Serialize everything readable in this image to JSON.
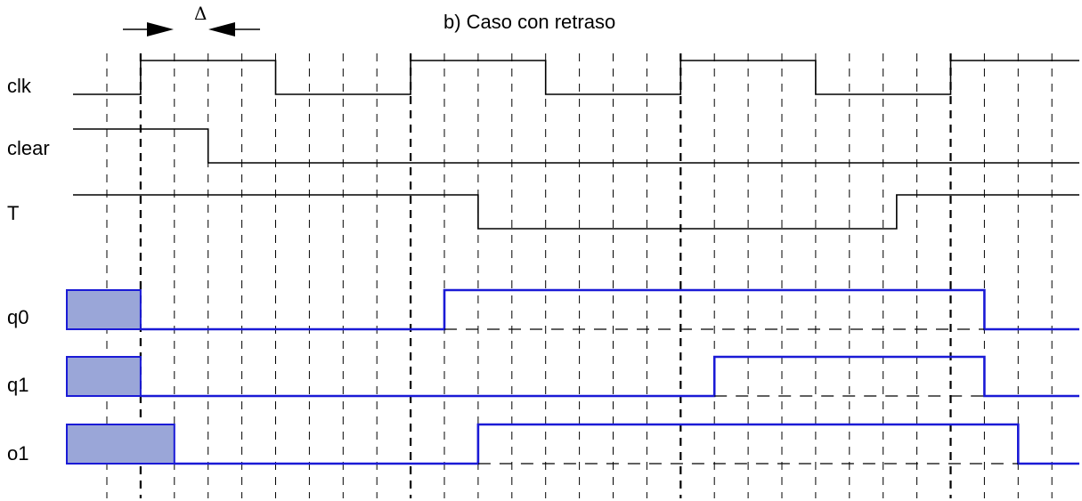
{
  "title": "b) Caso con retraso",
  "delta_symbol": "Δ",
  "colors": {
    "input_wave": "#000000",
    "output_wave": "#1a1ad6",
    "unknown_fill": "#9aa6d8",
    "grid": "#000000"
  },
  "signals": [
    {
      "name": "clk",
      "kind": "input",
      "edges": [
        {
          "t": 0,
          "v": 0
        },
        {
          "t": 1,
          "v": 1
        },
        {
          "t": 5,
          "v": 0
        },
        {
          "t": 9,
          "v": 1
        },
        {
          "t": 13,
          "v": 0
        },
        {
          "t": 17,
          "v": 1
        },
        {
          "t": 21,
          "v": 0
        },
        {
          "t": 25,
          "v": 1
        },
        {
          "t": 29,
          "v": 1
        }
      ]
    },
    {
      "name": "clear",
      "kind": "input",
      "edges": [
        {
          "t": 0,
          "v": 1
        },
        {
          "t": 3,
          "v": 0
        },
        {
          "t": 29,
          "v": 0
        }
      ]
    },
    {
      "name": "T",
      "kind": "input",
      "edges": [
        {
          "t": 0,
          "v": 1
        },
        {
          "t": 11,
          "v": 0
        },
        {
          "t": 23.4,
          "v": 1
        },
        {
          "t": 29,
          "v": 1
        }
      ]
    },
    {
      "name": "q0",
      "kind": "output",
      "unknown_until": 1,
      "edges": [
        {
          "t": 0,
          "v": 0
        },
        {
          "t": 10,
          "v": 1
        },
        {
          "t": 26,
          "v": 0
        },
        {
          "t": 29,
          "v": 0
        }
      ]
    },
    {
      "name": "q1",
      "kind": "output",
      "unknown_until": 1,
      "edges": [
        {
          "t": 0,
          "v": 0
        },
        {
          "t": 18,
          "v": 1
        },
        {
          "t": 26,
          "v": 0
        },
        {
          "t": 29,
          "v": 0
        }
      ]
    },
    {
      "name": "o1",
      "kind": "output",
      "unknown_until": 2,
      "edges": [
        {
          "t": 0,
          "v": 0
        },
        {
          "t": 11,
          "v": 1
        },
        {
          "t": 27,
          "v": 0
        },
        {
          "t": 29,
          "v": 0
        }
      ]
    }
  ],
  "clock_edges": [
    1,
    9,
    17,
    25
  ]
}
